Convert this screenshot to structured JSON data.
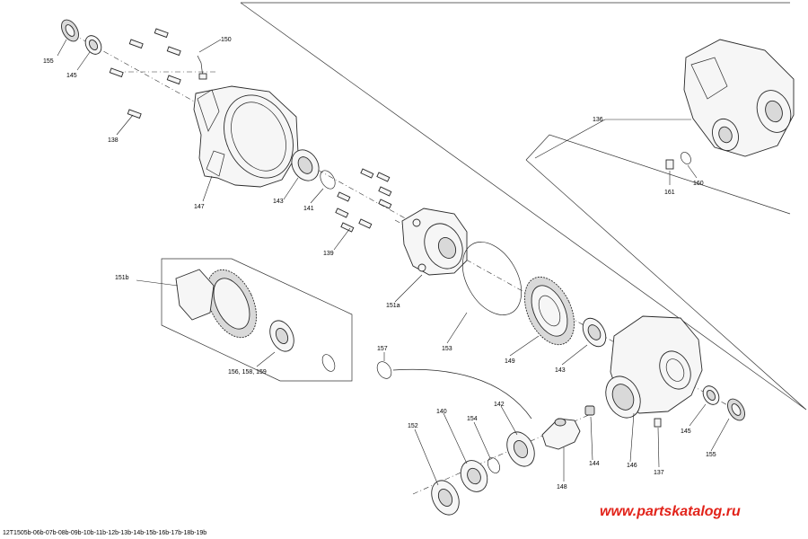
{
  "callouts": {
    "c155a": "155",
    "c145a": "145",
    "c150": "150",
    "c138": "138",
    "c147": "147",
    "c143a": "143",
    "c141": "141",
    "c139": "139",
    "c136": "136",
    "c161": "161",
    "c160": "160",
    "c151b": "151b",
    "c151a": "151a",
    "c153": "153",
    "c149": "149",
    "c143b": "143",
    "c156group": "156, 158, 159",
    "c157": "157",
    "c152": "152",
    "c140": "140",
    "c154": "154",
    "c142": "142",
    "c148": "148",
    "c144": "144",
    "c146": "146",
    "c137": "137",
    "c145b": "145",
    "c155b": "155"
  },
  "footer": {
    "code": "12T1505b-06b-07b-08b-09b-10b-11b-12b-13b-14b-15b-16b-17b-18b-19b"
  },
  "watermark": {
    "text": "www.partskatalog.ru"
  },
  "colors": {
    "watermark": "#e2231a",
    "line": "#2a2a2a"
  }
}
